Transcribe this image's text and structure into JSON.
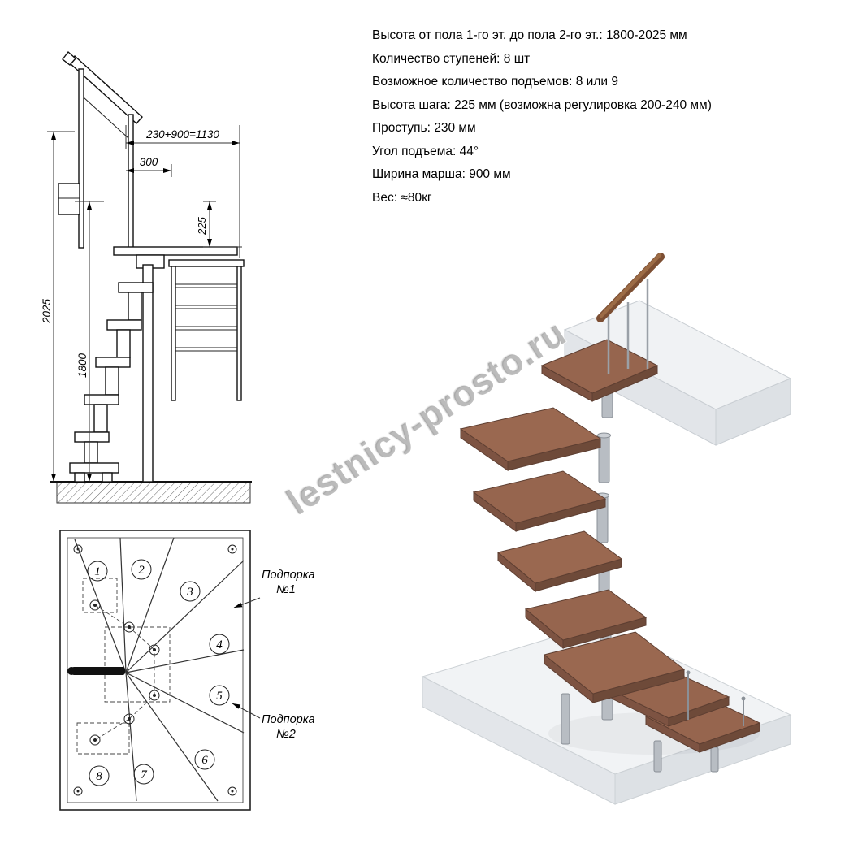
{
  "specs": {
    "lines": [
      "Высота от пола 1-го эт. до пола 2-го эт.: 1800-2025 мм",
      "Количество ступеней: 8 шт",
      "Возможное количество подъемов: 8 или 9",
      "Высота шага: 225 мм (возможна регулировка 200-240 мм)",
      "Проступь: 230 мм",
      "Угол подъема: 44°",
      "Ширина марша: 900 мм",
      "Вес: ≈80кг"
    ]
  },
  "elevation": {
    "dim_total": "230+900=1130",
    "dim_offset": "300",
    "dim_rise": "225",
    "dim_height_max": "2025",
    "dim_height_min": "1800"
  },
  "plan": {
    "step_numbers": [
      "1",
      "2",
      "3",
      "4",
      "5",
      "6",
      "7",
      "8"
    ],
    "support1_line1": "Подпорка",
    "support1_line2": "№1",
    "support2_line1": "Подпорка",
    "support2_line2": "№2"
  },
  "watermark": {
    "text": "lestnicy-prosto.ru"
  },
  "colors": {
    "wood": "#96654e",
    "wood_dark": "#6e4a39",
    "metal": "#b8bdc3",
    "concrete": "#f1f3f5",
    "line": "#111111"
  }
}
